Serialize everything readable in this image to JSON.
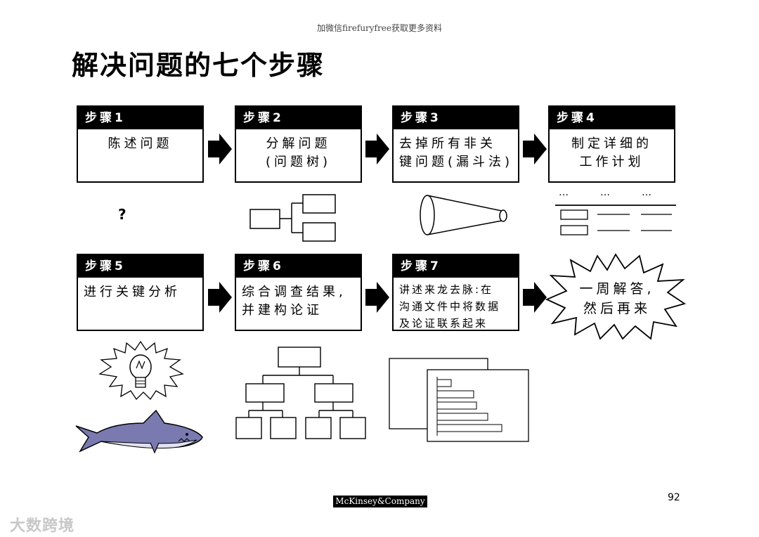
{
  "top_note": "加微信firefuryfree获取更多资料",
  "title": "解决问题的七个步骤",
  "steps": [
    {
      "label": "步骤1",
      "text": "陈述问题"
    },
    {
      "label": "步骤2",
      "text": "分解问题\n(问题树)"
    },
    {
      "label": "步骤3",
      "text": "去掉所有非关\n键问题(漏斗法)"
    },
    {
      "label": "步骤4",
      "text": "制定详细的\n工作计划"
    },
    {
      "label": "步骤5",
      "text": "进行关键分析"
    },
    {
      "label": "步骤6",
      "text": "综合调查结果,\n并建构论证"
    },
    {
      "label": "步骤7",
      "text": "讲述来龙去脉:在\n沟通文件中将数据\n及论证联系起来"
    }
  ],
  "final_text": "一周解答,\n然后再来",
  "question_mark": "?",
  "plan_dots": [
    "…",
    "…",
    "…"
  ],
  "page_number": "92",
  "brand": "McKinsey&Company",
  "watermark": "大数跨境"
}
